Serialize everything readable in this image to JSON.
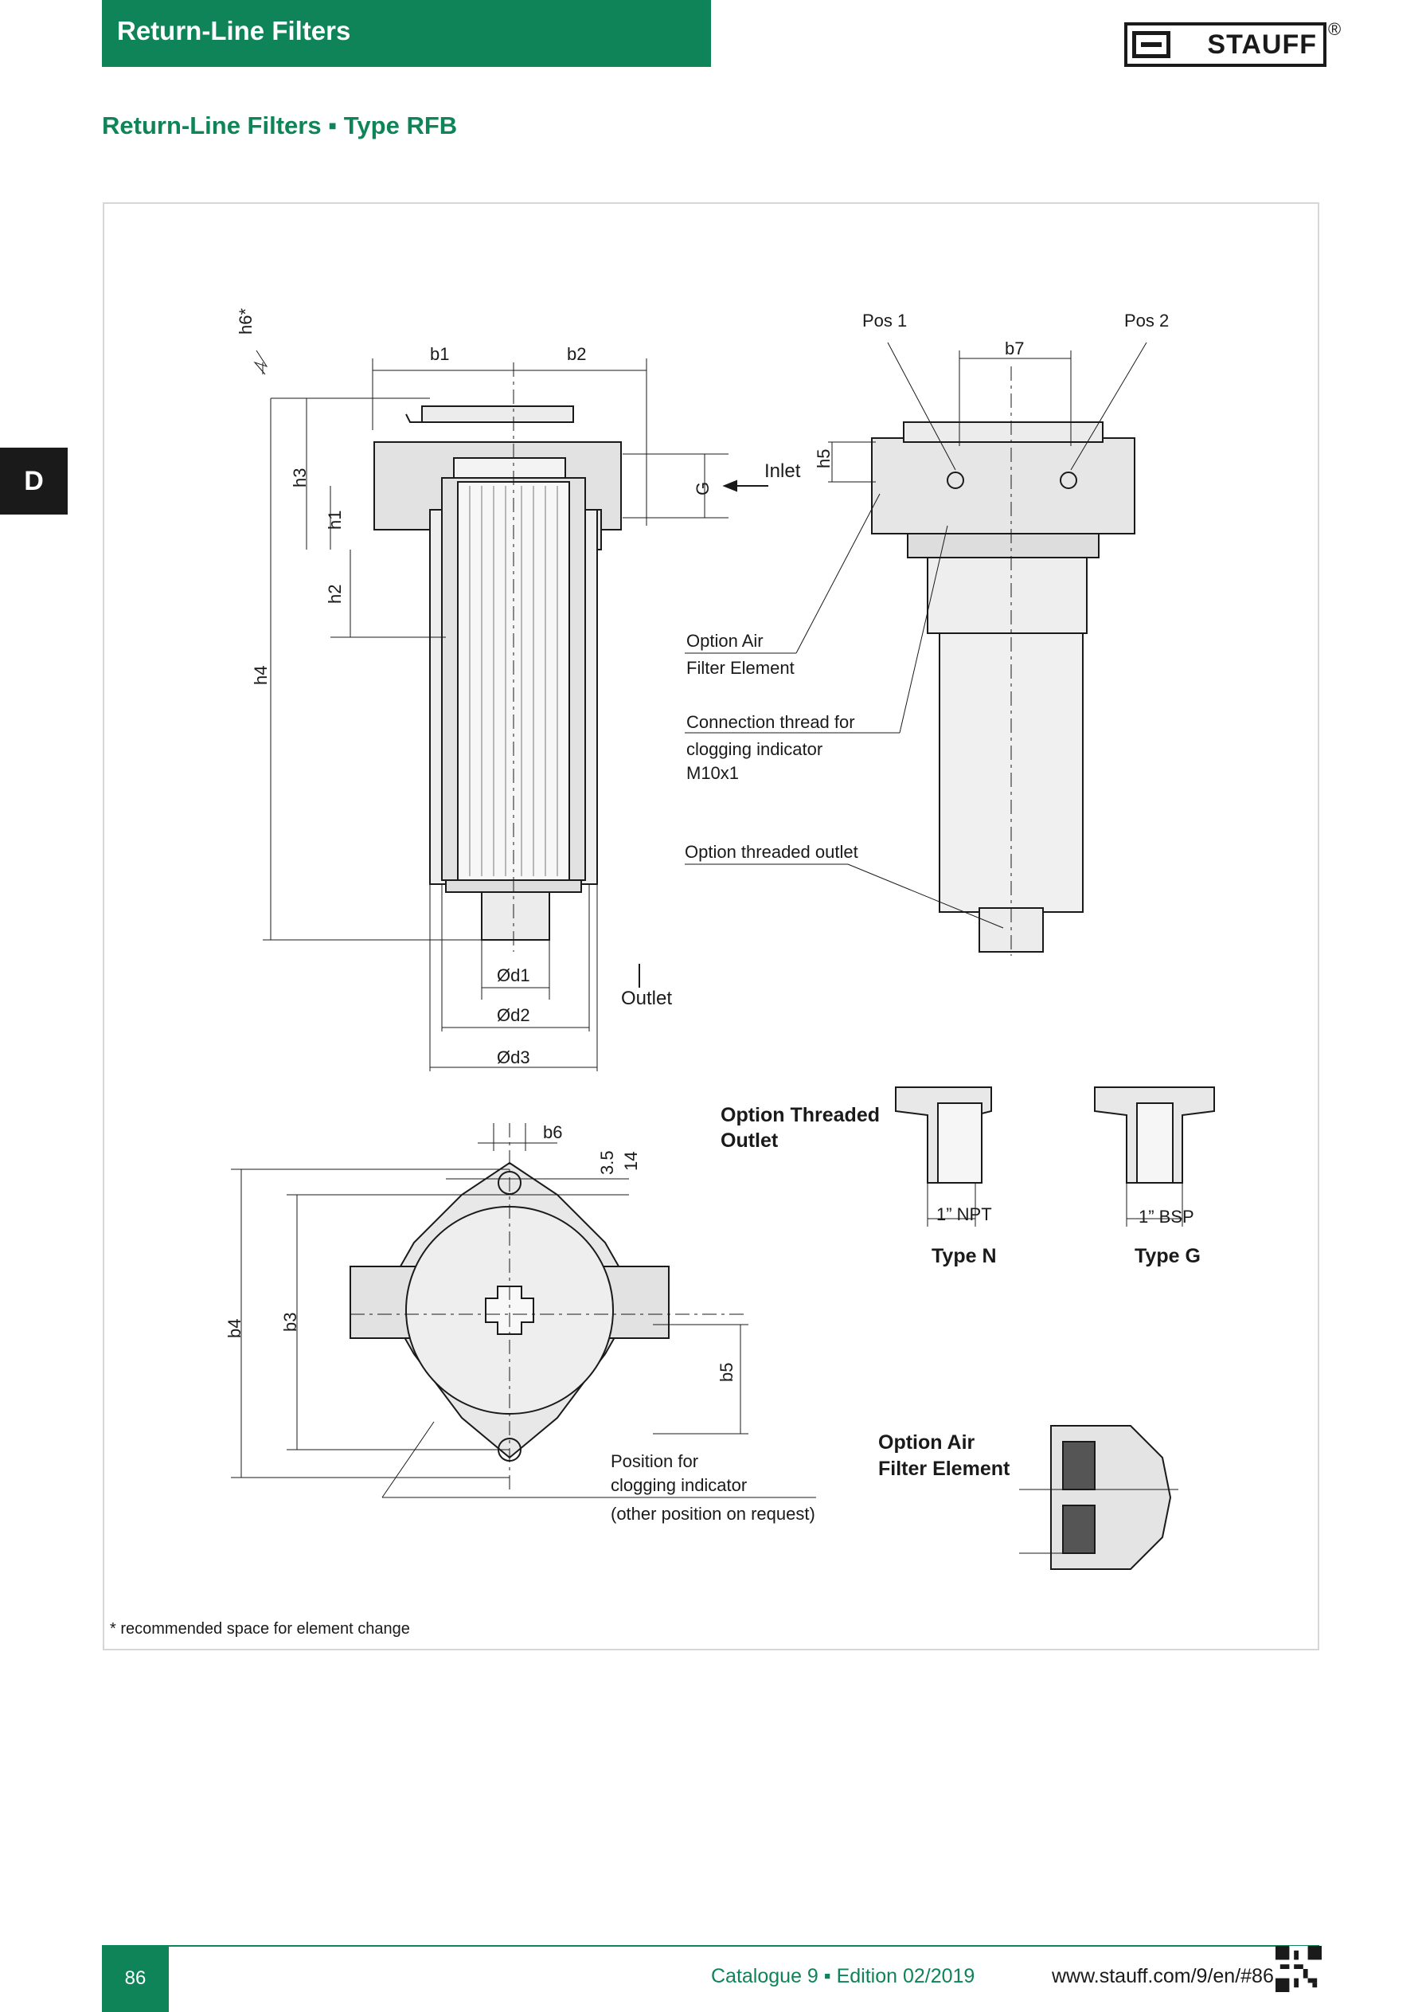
{
  "header": {
    "title": "Return-Line Filters",
    "logo_text": "STAUFF",
    "logo_reg": "®"
  },
  "subtitle": "Return-Line Filters ▪ Type RFB",
  "side_tab": "D",
  "drawing": {
    "dims": {
      "h6": "h6*",
      "b1": "b1",
      "b2": "b2",
      "h3": "h3",
      "h1": "h1",
      "h2": "h2",
      "h4": "h4",
      "G": "G",
      "d1": "Ød1",
      "d2": "Ød2",
      "d3": "Ød3",
      "h5": "h5",
      "b7": "b7",
      "b6": "b6",
      "v35": "3.5",
      "v14": "14",
      "b4": "b4",
      "b3": "b3",
      "b5": "b5"
    },
    "labels": {
      "inlet": "Inlet",
      "outlet": "Outlet",
      "pos1": "Pos 1",
      "pos2": "Pos 2",
      "air_filter_1": "Option Air",
      "air_filter_2": "Filter Element",
      "conn_1": "Connection thread for",
      "conn_2": "clogging indicator",
      "conn_3": "M10x1",
      "threaded_outlet": "Option threaded outlet",
      "opt_threaded_1": "Option Threaded",
      "opt_threaded_2": "Outlet",
      "npt": "1” NPT",
      "type_n": "Type N",
      "bsp": "1” BSP",
      "type_g": "Type G",
      "pos_for_1": "Position for",
      "pos_for_2": "clogging indicator",
      "pos_for_3": "(other position on request)",
      "opt_air_1": "Option Air",
      "opt_air_2": "Filter Element"
    }
  },
  "footnote": "* recommended space for element change",
  "footer": {
    "page": "86",
    "catalogue": "Catalogue 9 ▪ Edition 02/2019",
    "url": "www.stauff.com/9/en/#86"
  },
  "colors": {
    "brand_green": "#0f8458",
    "tab_black": "#1a1a1a"
  }
}
